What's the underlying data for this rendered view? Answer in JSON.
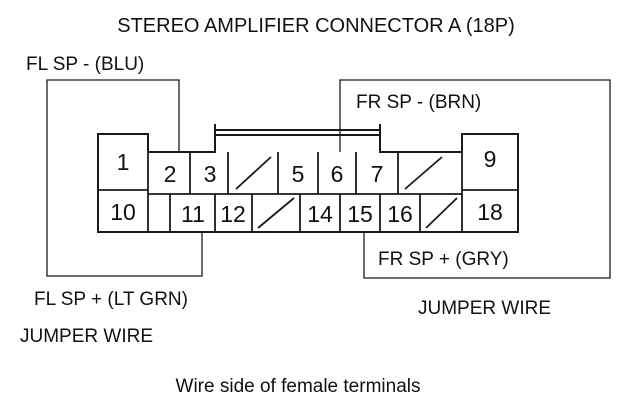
{
  "title": "STEREO AMPLIFIER CONNECTOR A (18P)",
  "caption": "Wire side of female terminals",
  "labels": {
    "fl_minus": "FL SP  -  (BLU)",
    "fr_minus": "FR SP  -  (BRN)",
    "fr_plus": "FR SP  +  (GRY)",
    "fl_plus": "FL SP  +  (LT GRN)",
    "jumper_left": "JUMPER WIRE",
    "jumper_right": "JUMPER WIRE"
  },
  "pins": {
    "p1": "1",
    "p2": "2",
    "p3": "3",
    "p5": "5",
    "p6": "6",
    "p7": "7",
    "p9": "9",
    "p10": "10",
    "p11": "11",
    "p12": "12",
    "p14": "14",
    "p15": "15",
    "p16": "16",
    "p18": "18"
  },
  "colors": {
    "line": "#1a1a1a",
    "background": "#ffffff"
  }
}
